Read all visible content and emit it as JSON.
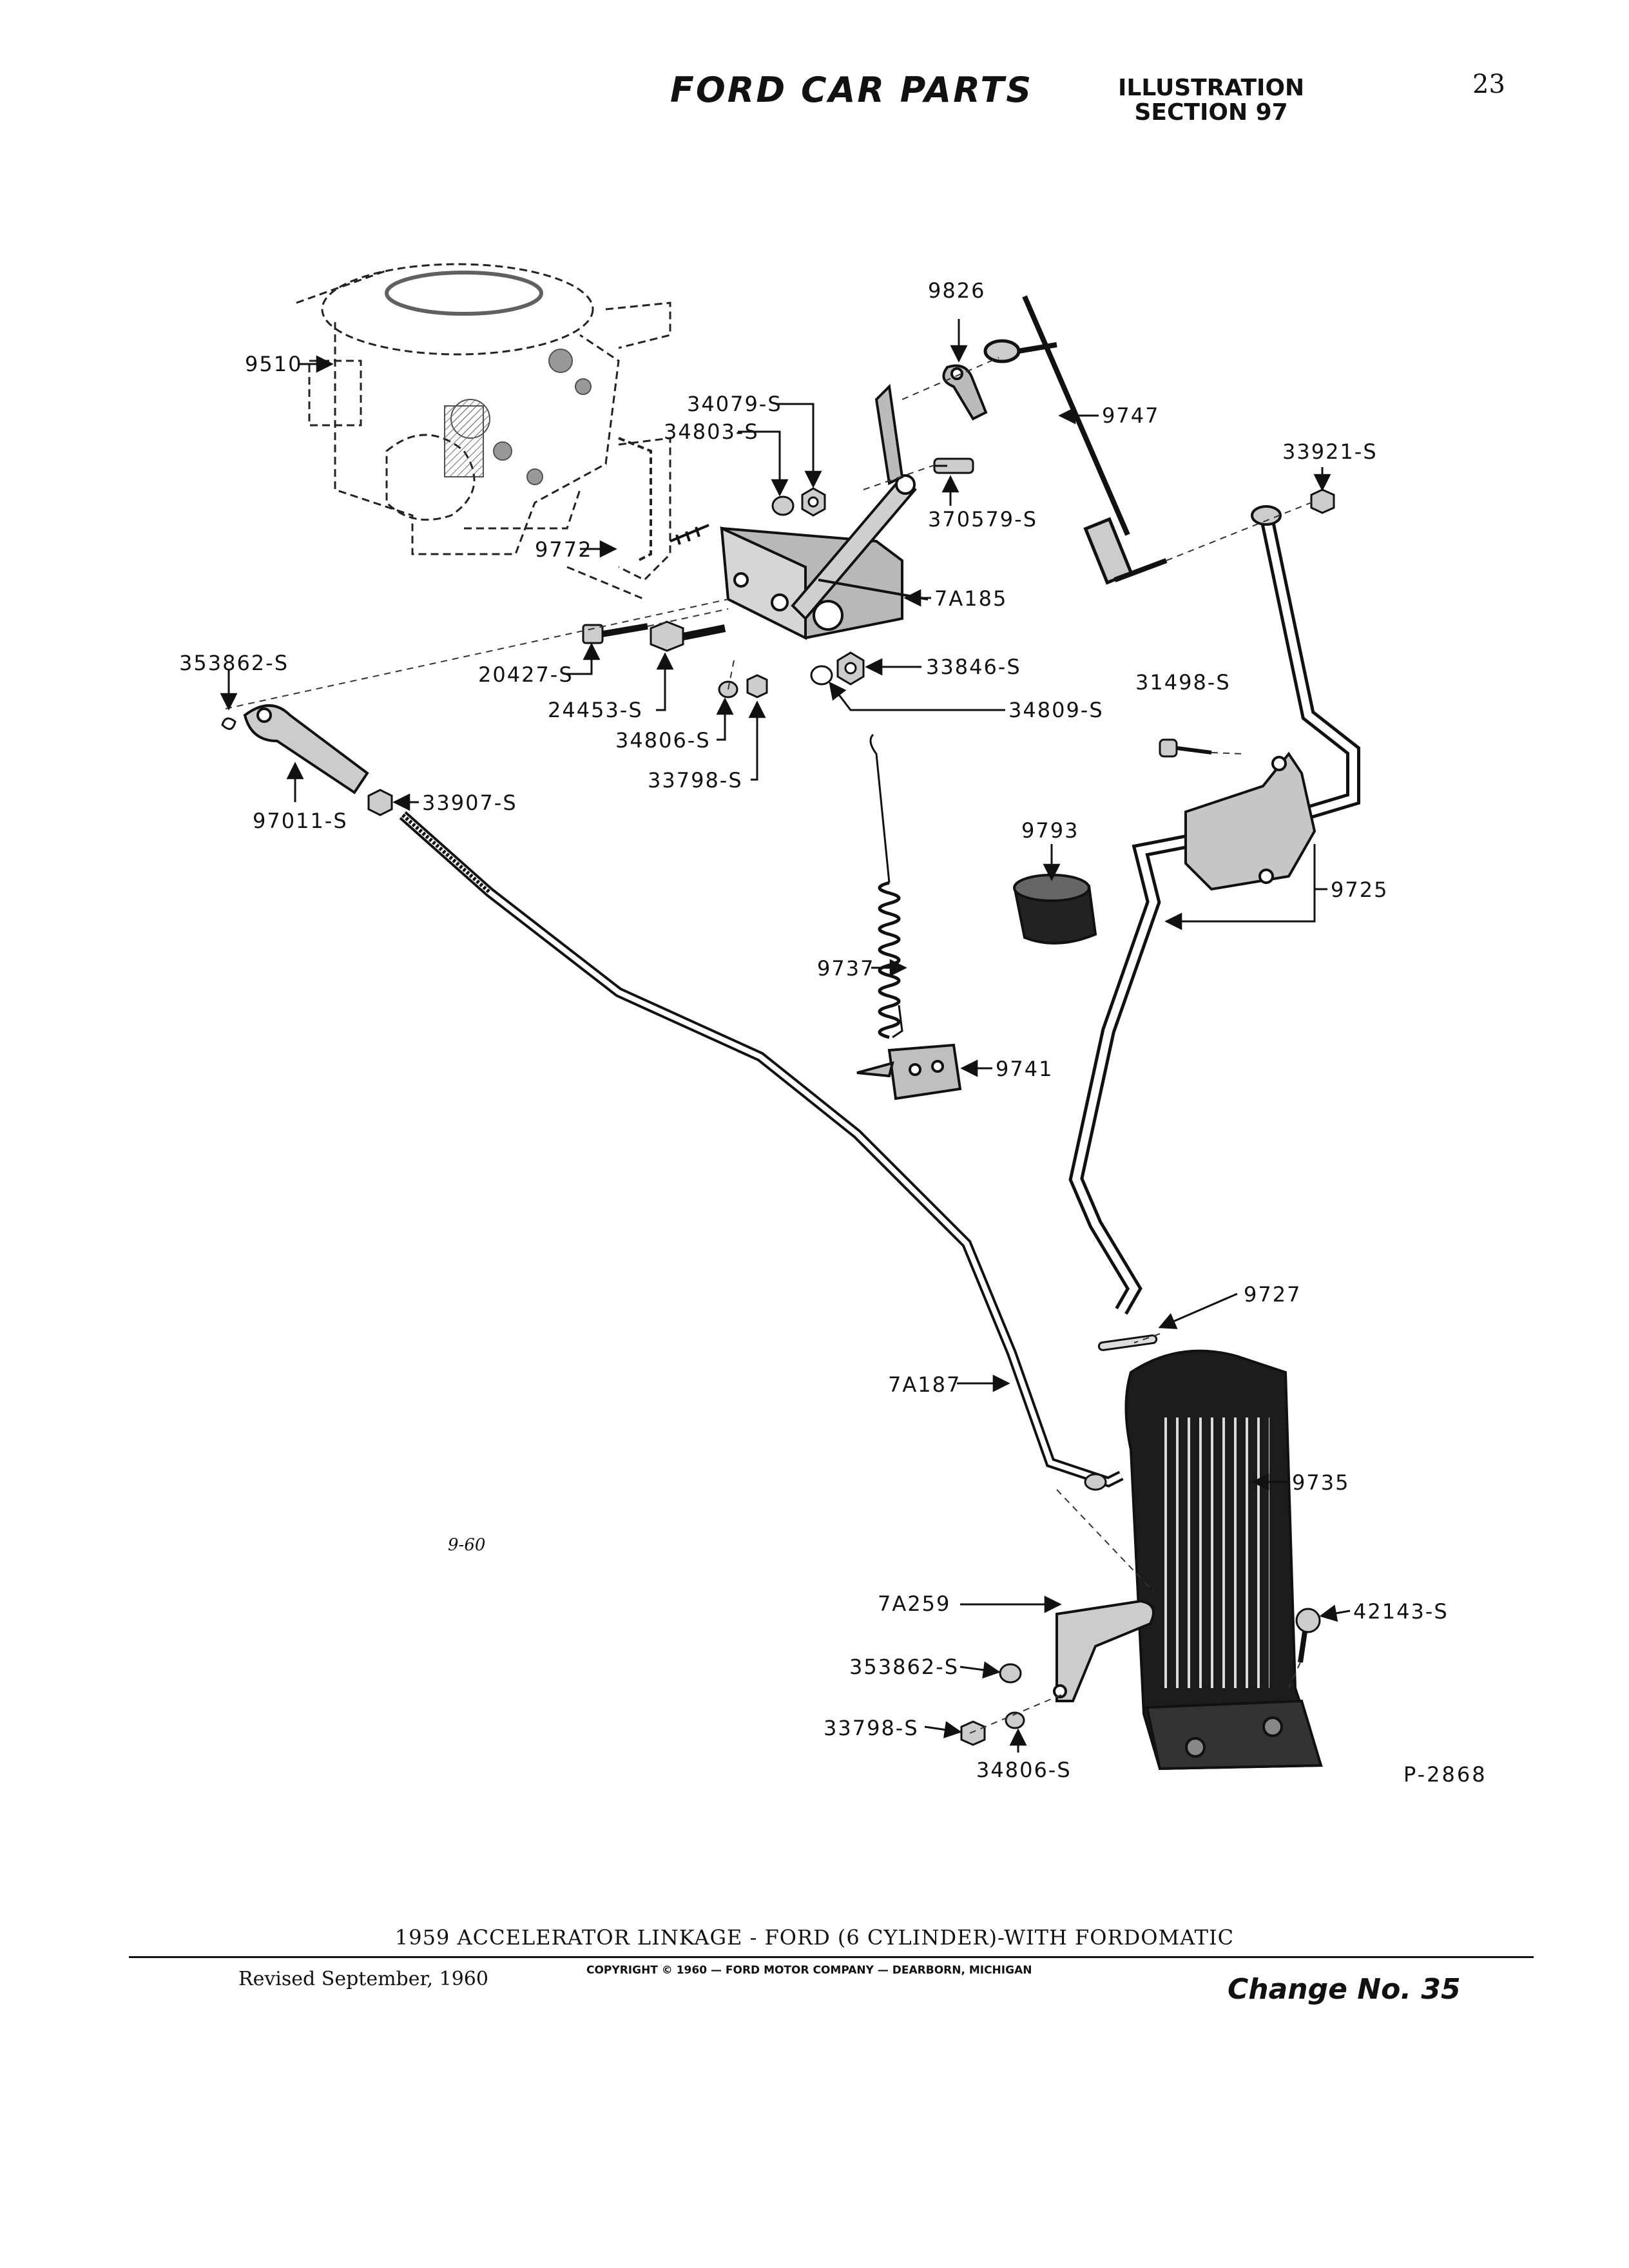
{
  "header": {
    "brand": "FORD CAR PARTS",
    "section_line1": "ILLUSTRATION",
    "section_line2": "SECTION 97",
    "page_number": "23"
  },
  "callouts": {
    "c9510": "9510",
    "c9826": "9826",
    "c34079s": "34079-S",
    "c34803s": "34803-S",
    "c9747": "9747",
    "c33921s": "33921-S",
    "c370579s": "370579-S",
    "c9772": "9772",
    "c7a185": "7A185",
    "c353862s_top": "353862-S",
    "c20427s": "20427-S",
    "c24453s": "24453-S",
    "c33846s": "33846-S",
    "c34809s": "34809-S",
    "c31498s": "31498-S",
    "c34806s_top": "34806-S",
    "c33798s_top": "33798-S",
    "c97011s": "97011-S",
    "c33907s": "33907-S",
    "c9793": "9793",
    "c9725": "9725",
    "c9737": "9737",
    "c9741": "9741",
    "c9727": "9727",
    "c7a187": "7A187",
    "c9735": "9735",
    "c7a259": "7A259",
    "c42143s": "42143-S",
    "c353862s_bot": "353862-S",
    "c33798s_bot": "33798-S",
    "c34806s_bot": "34806-S"
  },
  "date_code": "9-60",
  "plate_number": "P-2868",
  "caption": "1959 ACCELERATOR LINKAGE - FORD (6 CYLINDER)-WITH FORDOMATIC",
  "footer": {
    "revised": "Revised September, 1960",
    "copyright": "COPYRIGHT © 1960 — FORD MOTOR COMPANY — DEARBORN, MICHIGAN",
    "change": "Change No. 35"
  }
}
